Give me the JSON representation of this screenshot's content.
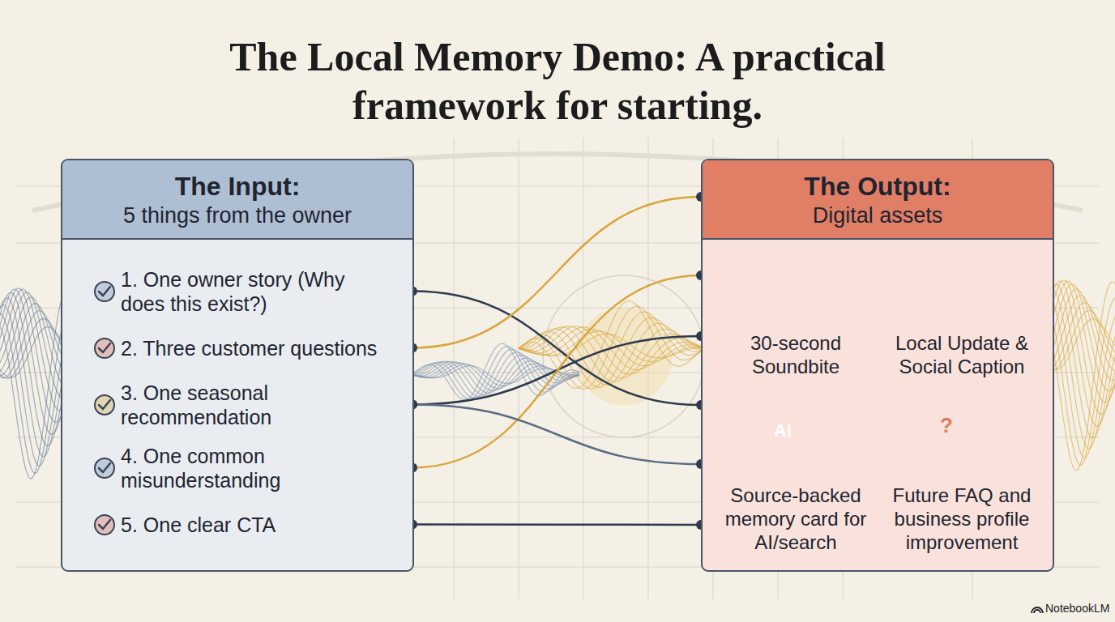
{
  "diagram": {
    "title": "The Local Memory Demo: A practical framework for starting.",
    "nodes": [
      {
        "text": [
          "The Input:",
          "5 things from the owner"
        ]
      },
      {
        "text": [
          "1. One owner story (Why does this exist?)"
        ],
        "in": 0
      },
      {
        "text": [
          "2. Three customer questions"
        ],
        "in": 0
      },
      {
        "text": [
          "3. One seasonal recommendation"
        ],
        "in": 0
      },
      {
        "text": [
          "4. One common misunderstanding"
        ],
        "in": 0
      },
      {
        "text": [
          "5. One clear CTA"
        ],
        "in": 0
      },
      {
        "text": [
          "The Output:",
          "Digital assets"
        ]
      },
      {
        "text": [
          "30-second Soundbite"
        ],
        "in": 6
      },
      {
        "text": [
          "Local Update & Social Caption"
        ],
        "in": 6
      },
      {
        "text": [
          "Source-backed memory card for AI/search"
        ],
        "in": 6
      },
      {
        "text": [
          "Future FAQ and business profile improvement"
        ],
        "in": 6
      }
    ],
    "edges": [
      {
        "from": 1,
        "to": 6,
        "arrow": "none"
      },
      {
        "from": 2,
        "to": 6,
        "arrow": "none"
      },
      {
        "from": 3,
        "to": 6,
        "arrow": "none"
      },
      {
        "from": 4,
        "to": 6,
        "arrow": "none"
      },
      {
        "from": 5,
        "to": 6,
        "arrow": "none"
      },
      {
        "from": 3,
        "to": 6,
        "arrow": "none"
      }
    ],
    "labels": [
      "AI",
      "?",
      "NotebookLM"
    ]
  }
}
